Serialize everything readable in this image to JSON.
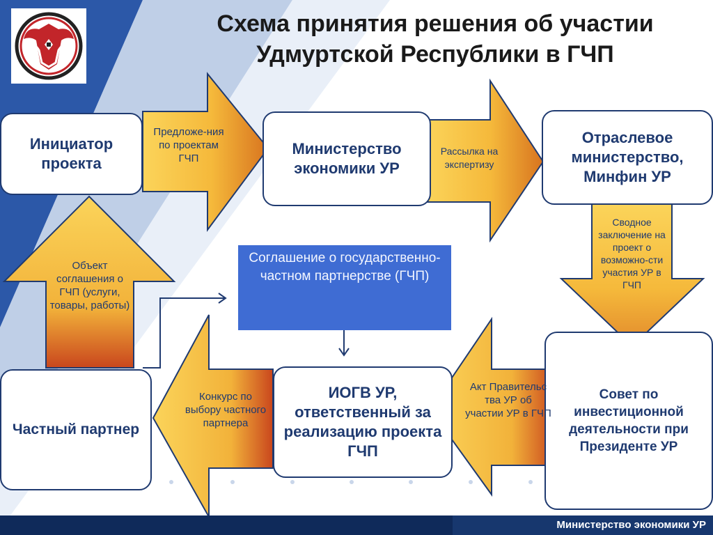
{
  "title": {
    "line1": "Схема принятия решения об участии",
    "line2": "Удмуртской Республики в ГЧП"
  },
  "logo_icon": "udmurtia-coat-of-arms-icon",
  "boxes": {
    "initiator": "Инициатор проекта",
    "ministry_economy": "Министерство экономики УР",
    "sector_ministry": "Отраслевое министерство, Минфин УР",
    "private_partner": "Частный партнер",
    "iogv": "ИОГВ УР, ответственный за реализацию проекта ГЧП",
    "council": "Совет по инвестиционной деятельности при Президенте УР"
  },
  "arrows": {
    "proposals": "Предложе-ния по проектам ГЧП",
    "expertise": "Рассылка на экспертизу",
    "summary": "Сводное заключение на проект о возможно-сти участия УР в ГЧП",
    "act": "Акт Правительс тва УР об участии УР в ГЧП",
    "contest": "Конкурс по выбору частного партнера",
    "object": "Объект соглашения о ГЧП (услуги, товары, работы)"
  },
  "agreement": "Соглашение о государственно-частном партнерстве (ГЧП)",
  "footer": "Министерство экономики УР",
  "colors": {
    "navy": "#1f3a70",
    "arrow_yellow": "#f7c443",
    "arrow_orange": "#d8741f",
    "agreement_blue": "#3f6cd3",
    "footer_blue": "#0f2a5a"
  }
}
